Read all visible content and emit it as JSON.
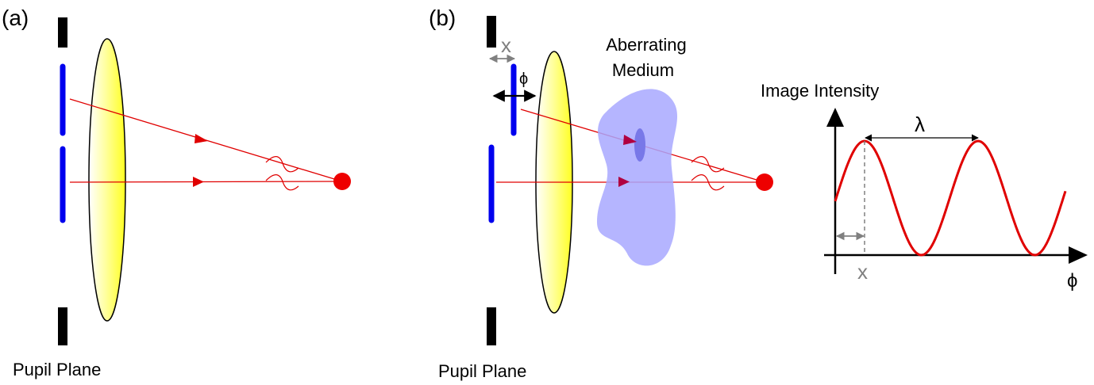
{
  "panel_a": {
    "label": "(a)",
    "footer": "Pupil Plane"
  },
  "panel_b": {
    "label": "(b)",
    "footer": "Pupil Plane",
    "shift_label": "x",
    "phase_label": "ϕ",
    "medium_label_line1": "Aberrating",
    "medium_label_line2": "Medium"
  },
  "plot": {
    "title": "Image Intensity",
    "x_axis_label": "ϕ",
    "wavelength_label": "λ",
    "offset_label": "x"
  },
  "colors": {
    "slit": "#0000ee",
    "stop": "#000000",
    "ray": "#e00000",
    "lens_edge": "#ffff30",
    "lens_center": "#ffffff",
    "medium": "#a8a8ff",
    "gray_marker": "#808080"
  }
}
